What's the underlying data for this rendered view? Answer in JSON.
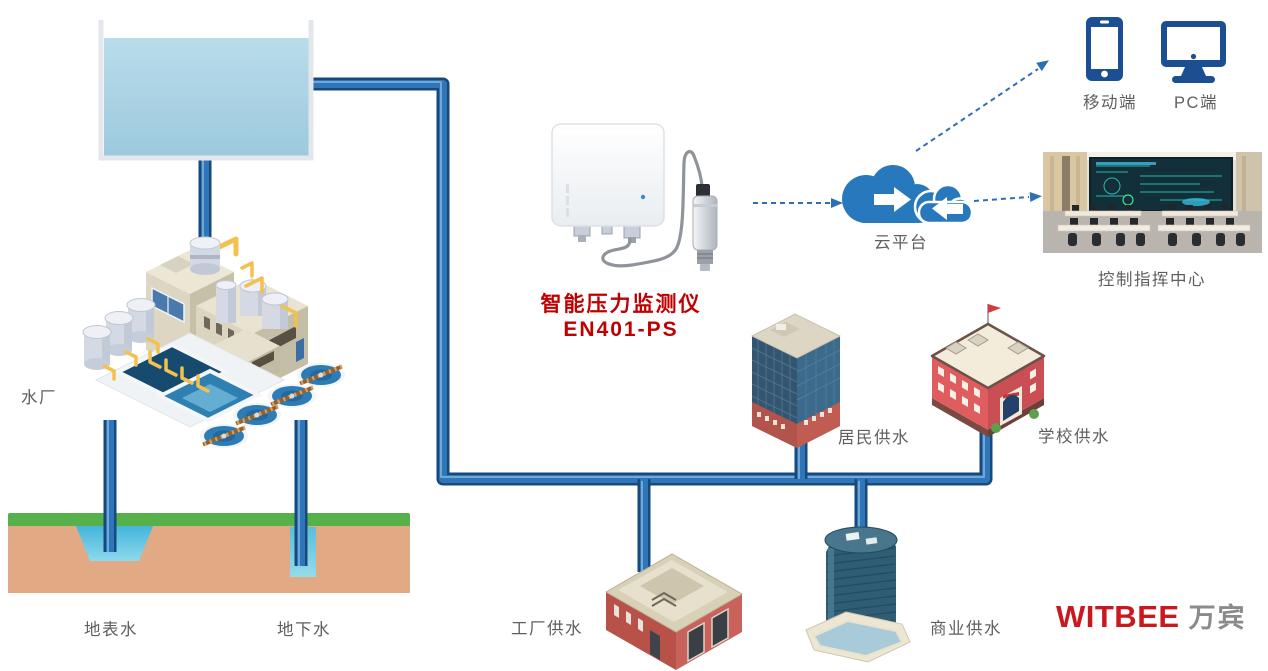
{
  "diagram": {
    "title_line1": "智能压力监测仪",
    "title_line2": "EN401-PS",
    "labels": {
      "water_plant": "水厂",
      "surface_water": "地表水",
      "ground_water": "地下水",
      "factory_supply": "工厂供水",
      "commercial_supply": "商业供水",
      "residential_supply": "居民供水",
      "school_supply": "学校供水",
      "mobile": "移动端",
      "pc": "PC端",
      "cloud": "云平台",
      "control_center": "控制指挥中心"
    },
    "logo": {
      "brand": "WITBEE",
      "brand_cn": "万宾"
    },
    "colors": {
      "pipe_dark": "#17497B",
      "pipe_mid": "#2E76B7",
      "cloud_blue": "#2878BE",
      "icon_navy": "#1B4F92",
      "accent_red": "#C00000",
      "logo_red": "#C9191E",
      "label_gray": "#5F5F5F",
      "grass_green": "#56B14A",
      "soil_tan": "#E1AA84",
      "tank_water": "#AAD3E4"
    }
  }
}
